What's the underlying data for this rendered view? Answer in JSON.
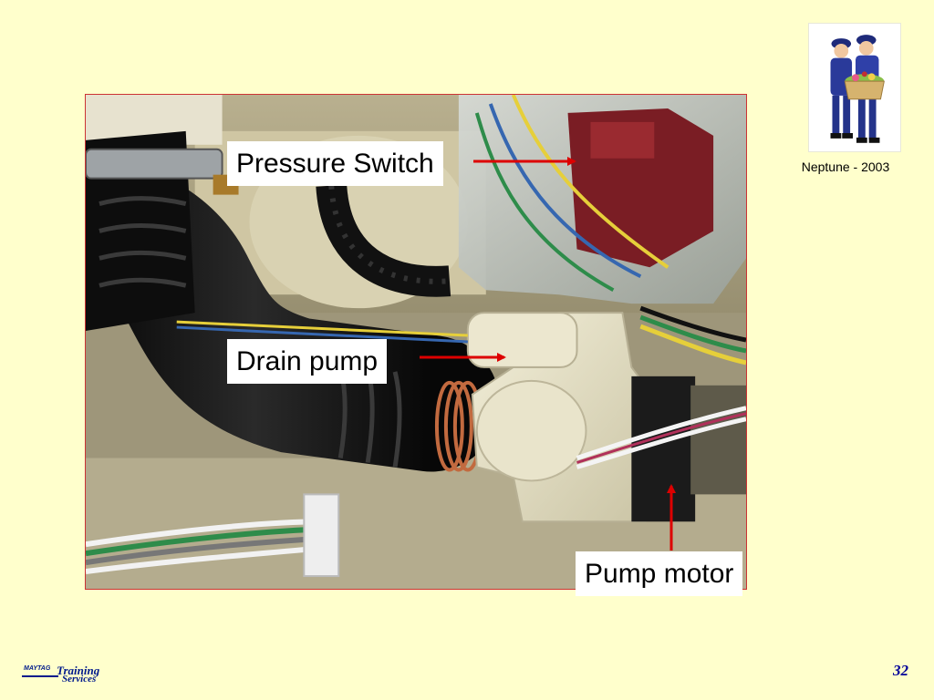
{
  "slide": {
    "background": "#ffffcc",
    "page_number": "32"
  },
  "callouts": {
    "pressure_switch": "Pressure Switch",
    "drain_pump": "Drain pump",
    "pump_motor": "Pump motor",
    "arrow_color": "#dd0000"
  },
  "header": {
    "caption": "Neptune - 2003",
    "mascot_icon": "maytag-repairmen-illustration"
  },
  "footer": {
    "brand": "MAYTAG",
    "logo_word1": "Training",
    "logo_word2": "Services",
    "logo_color": "#001a8c"
  },
  "photo": {
    "icon": "drain-pump-assembly-photo"
  }
}
